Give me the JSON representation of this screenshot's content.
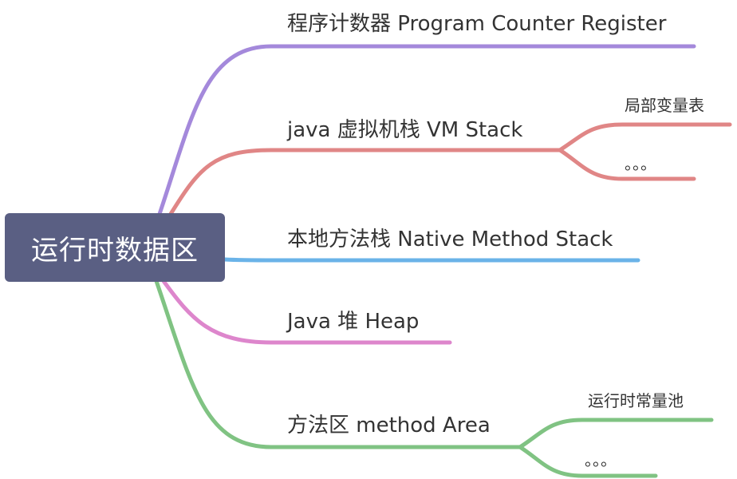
{
  "root": {
    "label": "运行时数据区"
  },
  "branches": [
    {
      "id": "pc",
      "label": "程序计数器 Program Counter Register",
      "color": "#a489db",
      "children": []
    },
    {
      "id": "vm",
      "label": "java 虚拟机栈 VM Stack",
      "color": "#e08686",
      "children": [
        {
          "label": "局部变量表"
        },
        {
          "label": "。。。"
        }
      ]
    },
    {
      "id": "native",
      "label": "本地方法栈 Native Method Stack",
      "color": "#6ab3e8",
      "children": []
    },
    {
      "id": "heap",
      "label": "Java 堆 Heap",
      "color": "#dd86cc",
      "children": []
    },
    {
      "id": "method",
      "label": "方法区 method Area",
      "color": "#80c383",
      "children": [
        {
          "label": "运行时常量池"
        },
        {
          "label": "。。。"
        }
      ]
    }
  ]
}
